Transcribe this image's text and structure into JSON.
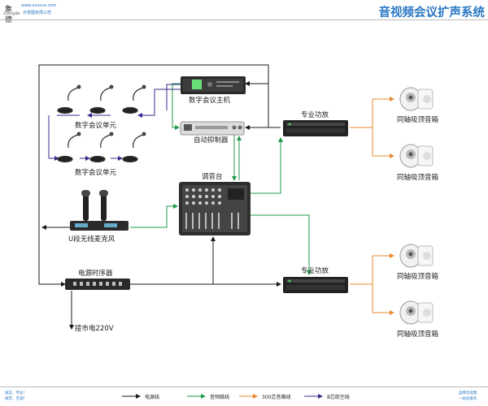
{
  "header": {
    "title": "音视频会议扩声系统",
    "logo_mark": "象德",
    "logo_sub": "Xiangde",
    "logo_url": "www.xxxxxx.com",
    "logo_company": "示意图有限公司"
  },
  "devices": {
    "conf_host": "数字会议主机",
    "conf_unit_top": "数字会议单元",
    "conf_unit_bottom": "数字会议单元",
    "suppressor": "自动抑制器",
    "mixer": "调音台",
    "wireless_mic": "U段无线麦克风",
    "power_seq": "电源时序器",
    "mains": "接市电220V",
    "amp_top": "专业功放",
    "amp_bottom": "专业功放",
    "speaker_1": "同轴吸顶音箱",
    "speaker_2": "同轴吸顶音箱",
    "speaker_3": "同轴吸顶音箱",
    "speaker_4": "同轴吸顶音箱"
  },
  "legend": {
    "power": "电源线",
    "audio": "音频跳线",
    "speaker": "300芯音箱线",
    "aviation": "8芯航空线"
  },
  "colors": {
    "power": "#1a1a1a",
    "audio": "#1f9a4a",
    "speaker": "#e68a2e",
    "aviation": "#3a2b8c",
    "title": "#2a78c4"
  },
  "footer": {
    "left_line1": "诚信、专业！",
    "left_line2": "规范、至诚！",
    "right_line1": "品牌优选集",
    "right_line2": "一站式服务"
  }
}
